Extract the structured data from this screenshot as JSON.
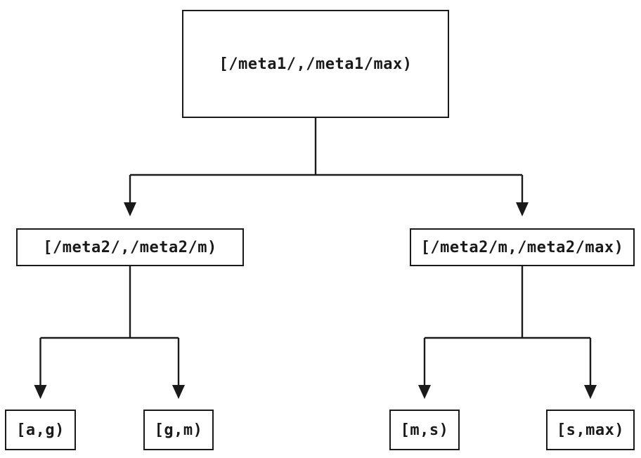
{
  "diagram": {
    "type": "tree",
    "description": "Key-range partition tree",
    "nodes": {
      "root": {
        "id": "root",
        "label": "[/meta1/,/meta1/max)"
      },
      "left": {
        "id": "left",
        "label": "[/meta2/,/meta2/m)"
      },
      "right": {
        "id": "right",
        "label": "[/meta2/m,/meta2/max)"
      },
      "ag": {
        "id": "ag",
        "label": "[a,g)"
      },
      "gm": {
        "id": "gm",
        "label": "[g,m)"
      },
      "ms": {
        "id": "ms",
        "label": "[m,s)"
      },
      "smax": {
        "id": "smax",
        "label": "[s,max)"
      }
    },
    "edges": [
      {
        "from": "root",
        "to": "left"
      },
      {
        "from": "root",
        "to": "right"
      },
      {
        "from": "left",
        "to": "ag"
      },
      {
        "from": "left",
        "to": "gm"
      },
      {
        "from": "right",
        "to": "ms"
      },
      {
        "from": "right",
        "to": "smax"
      }
    ],
    "colors": {
      "background": "#ffffff",
      "line": "#1a1a1a",
      "box_border": "#1a1a1a",
      "text": "#1a1a1a"
    }
  }
}
